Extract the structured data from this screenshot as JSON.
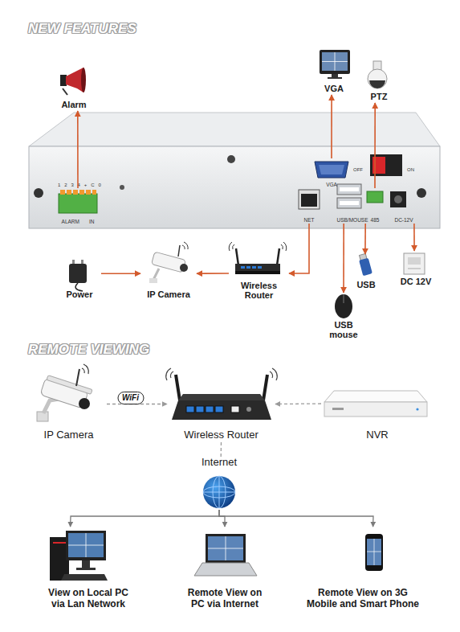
{
  "diagram": {
    "title": "NEW FEATURES",
    "nodes": [
      {
        "text": [
          "Alarm"
        ]
      },
      {
        "text": [
          "VGA"
        ]
      },
      {
        "text": [
          "PTZ"
        ]
      },
      {
        "text": [
          "ALARM",
          "IN"
        ]
      },
      {
        "text": [
          "VGA"
        ]
      },
      {
        "text": [
          "NET"
        ]
      },
      {
        "text": [
          "USB/MOUSE"
        ]
      },
      {
        "text": [
          "485"
        ]
      },
      {
        "text": [
          "DC-12V"
        ]
      },
      {
        "text": [
          "Power"
        ]
      },
      {
        "text": [
          "IP Camera"
        ]
      },
      {
        "text": [
          "Wireless Router"
        ]
      },
      {
        "text": [
          "USB"
        ]
      },
      {
        "text": [
          "DC 12V"
        ]
      },
      {
        "text": [
          "USB mouse"
        ]
      },
      {
        "text": [
          "IP Camera"
        ]
      },
      {
        "text": [
          "Wireless Router"
        ]
      },
      {
        "text": [
          "NVR"
        ]
      },
      {
        "text": [
          "Internet"
        ]
      },
      {
        "text": [
          "View on Local PC via Lan Network"
        ]
      },
      {
        "text": [
          "Remote View on PC via Internet"
        ]
      },
      {
        "text": [
          "Remote View on 3G Mobile and Smart Phone"
        ]
      }
    ],
    "edges": [
      {
        "from": 3,
        "to": 0,
        "arrow": "to"
      },
      {
        "from": 4,
        "to": 1,
        "arrow": "to"
      },
      {
        "from": 7,
        "to": 2,
        "arrow": "to"
      },
      {
        "from": 5,
        "to": 11,
        "arrow": "to"
      },
      {
        "from": 11,
        "to": 10,
        "arrow": "to"
      },
      {
        "from": 9,
        "to": 10,
        "arrow": "to"
      },
      {
        "from": 6,
        "to": 12,
        "arrow": "to"
      },
      {
        "from": 6,
        "to": 14,
        "arrow": "to"
      },
      {
        "from": 8,
        "to": 13,
        "arrow": "to"
      },
      {
        "from": 15,
        "to": 16,
        "label": "WiFi",
        "arrow": "to"
      },
      {
        "from": 17,
        "to": 16,
        "arrow": "to"
      },
      {
        "from": 16,
        "to": 18,
        "arrow": "none"
      },
      {
        "from": 18,
        "to": 19,
        "arrow": "to"
      },
      {
        "from": 18,
        "to": 20,
        "arrow": "to"
      },
      {
        "from": 18,
        "to": 21,
        "arrow": "to"
      }
    ],
    "labels": [
      "REMOTE VIEWING",
      "1 2 3 4 + C 0",
      "OFF",
      "ON"
    ]
  }
}
